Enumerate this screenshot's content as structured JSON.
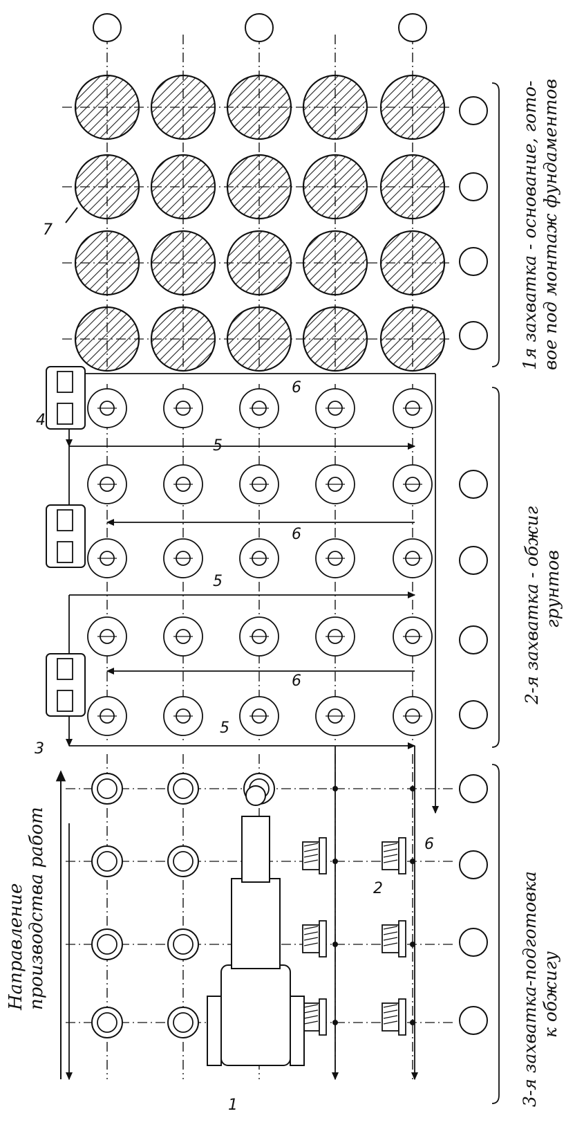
{
  "direction_label": [
    "Направление",
    "производства работ"
  ],
  "zones": [
    {
      "name": "zone-1",
      "lines": [
        "1я захватка - основание, гото-",
        "вое под монтаж фундаментов"
      ]
    },
    {
      "name": "zone-2",
      "lines": [
        "2-я захватка - обжиг",
        "грунтов"
      ]
    },
    {
      "name": "zone-3",
      "lines": [
        "3-я захватка-подготовка",
        "к обжигу"
      ]
    }
  ],
  "callouts": [
    "1",
    "2",
    "3",
    "4",
    "5",
    "6",
    "7"
  ],
  "colors": {
    "ink": "#111111",
    "hatch": "#222222",
    "paper": "#ffffff"
  }
}
